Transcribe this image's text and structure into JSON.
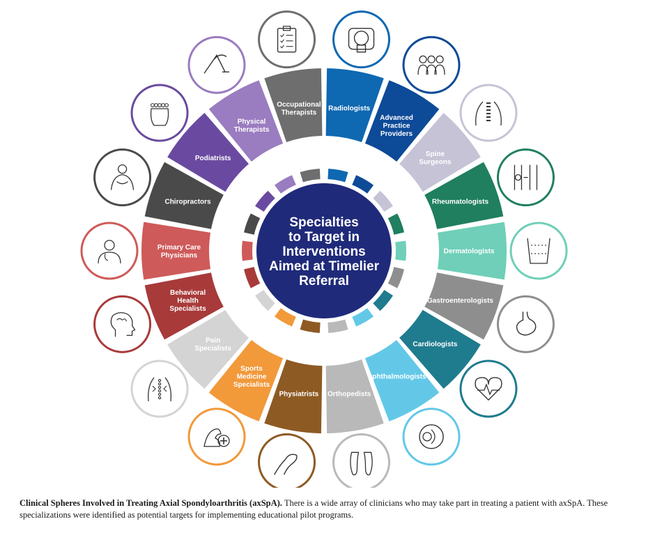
{
  "center": {
    "lines": [
      "Specialties",
      "to Target in",
      "Interventions",
      "Aimed at Timelier",
      "Referral"
    ],
    "color": "#1f2a7a"
  },
  "specialties": [
    {
      "label": [
        "Radiologists"
      ],
      "color": "#0f68b2",
      "text_color": "#ffffff",
      "icon": "mri-scanner-icon"
    },
    {
      "label": [
        "Advanced",
        "Practice",
        "Providers"
      ],
      "color": "#0d4a98",
      "text_color": "#ffffff",
      "icon": "medical-staff-icon"
    },
    {
      "label": [
        "Spine",
        "Surgeons"
      ],
      "color": "#c6c3d6",
      "text_color": "#ffffff",
      "icon": "spine-back-icon"
    },
    {
      "label": [
        "Rheumatologists"
      ],
      "color": "#1f7f5e",
      "text_color": "#ffffff",
      "icon": "knee-joint-icon"
    },
    {
      "label": [
        "Dermatologists"
      ],
      "color": "#6fcfb8",
      "text_color": "#ffffff",
      "icon": "skin-rash-torso-icon"
    },
    {
      "label": [
        "Gastroenterologists"
      ],
      "color": "#8e8e8e",
      "text_color": "#ffffff",
      "icon": "stomach-icon"
    },
    {
      "label": [
        "Cardiologists"
      ],
      "color": "#1f7b8e",
      "text_color": "#ffffff",
      "icon": "heart-pulse-icon"
    },
    {
      "label": [
        "Ophthalmologists"
      ],
      "color": "#63c8e8",
      "text_color": "#ffffff",
      "icon": "eye-anatomy-icon"
    },
    {
      "label": [
        "Orthopedists"
      ],
      "color": "#b9b9b9",
      "text_color": "#ffffff",
      "icon": "feet-icon"
    },
    {
      "label": [
        "Physiatrists"
      ],
      "color": "#8e5a24",
      "text_color": "#ffffff",
      "icon": "hand-wrist-icon"
    },
    {
      "label": [
        "Sports",
        "Medicine",
        "Specialists"
      ],
      "color": "#f2993a",
      "text_color": "#ffffff",
      "icon": "muscle-arm-plus-icon"
    },
    {
      "label": [
        "Pain",
        "Specialists"
      ],
      "color": "#d4d4d4",
      "text_color": "#ffffff",
      "icon": "back-pain-icon"
    },
    {
      "label": [
        "Behavioral",
        "Health",
        "Specialists"
      ],
      "color": "#a83a3a",
      "text_color": "#ffffff",
      "icon": "head-mind-icon"
    },
    {
      "label": [
        "Primary Care",
        "Physicians"
      ],
      "color": "#cf5a5a",
      "text_color": "#ffffff",
      "icon": "doctor-icon"
    },
    {
      "label": [
        "Chiropractors"
      ],
      "color": "#4a4a4a",
      "text_color": "#ffffff",
      "icon": "chiropractor-icon"
    },
    {
      "label": [
        "Podiatrists"
      ],
      "color": "#6a4aa0",
      "text_color": "#ffffff",
      "icon": "foot-toes-icon"
    },
    {
      "label": [
        "Physical",
        "Therapists"
      ],
      "color": "#9a7cc0",
      "text_color": "#ffffff",
      "icon": "leg-stretch-icon"
    },
    {
      "label": [
        "Occupational",
        "Therapists"
      ],
      "color": "#6e6e6e",
      "text_color": "#ffffff",
      "icon": "clipboard-checklist-icon"
    }
  ],
  "caption": {
    "bold": "Clinical Spheres Involved in Treating Axial Spondyloarthritis (axSpA).",
    "text": " There is a wide array of clinicians who may take part in treating a patient with axSpA. These specializations were identified as potential targets for implementing educational pilot programs."
  }
}
